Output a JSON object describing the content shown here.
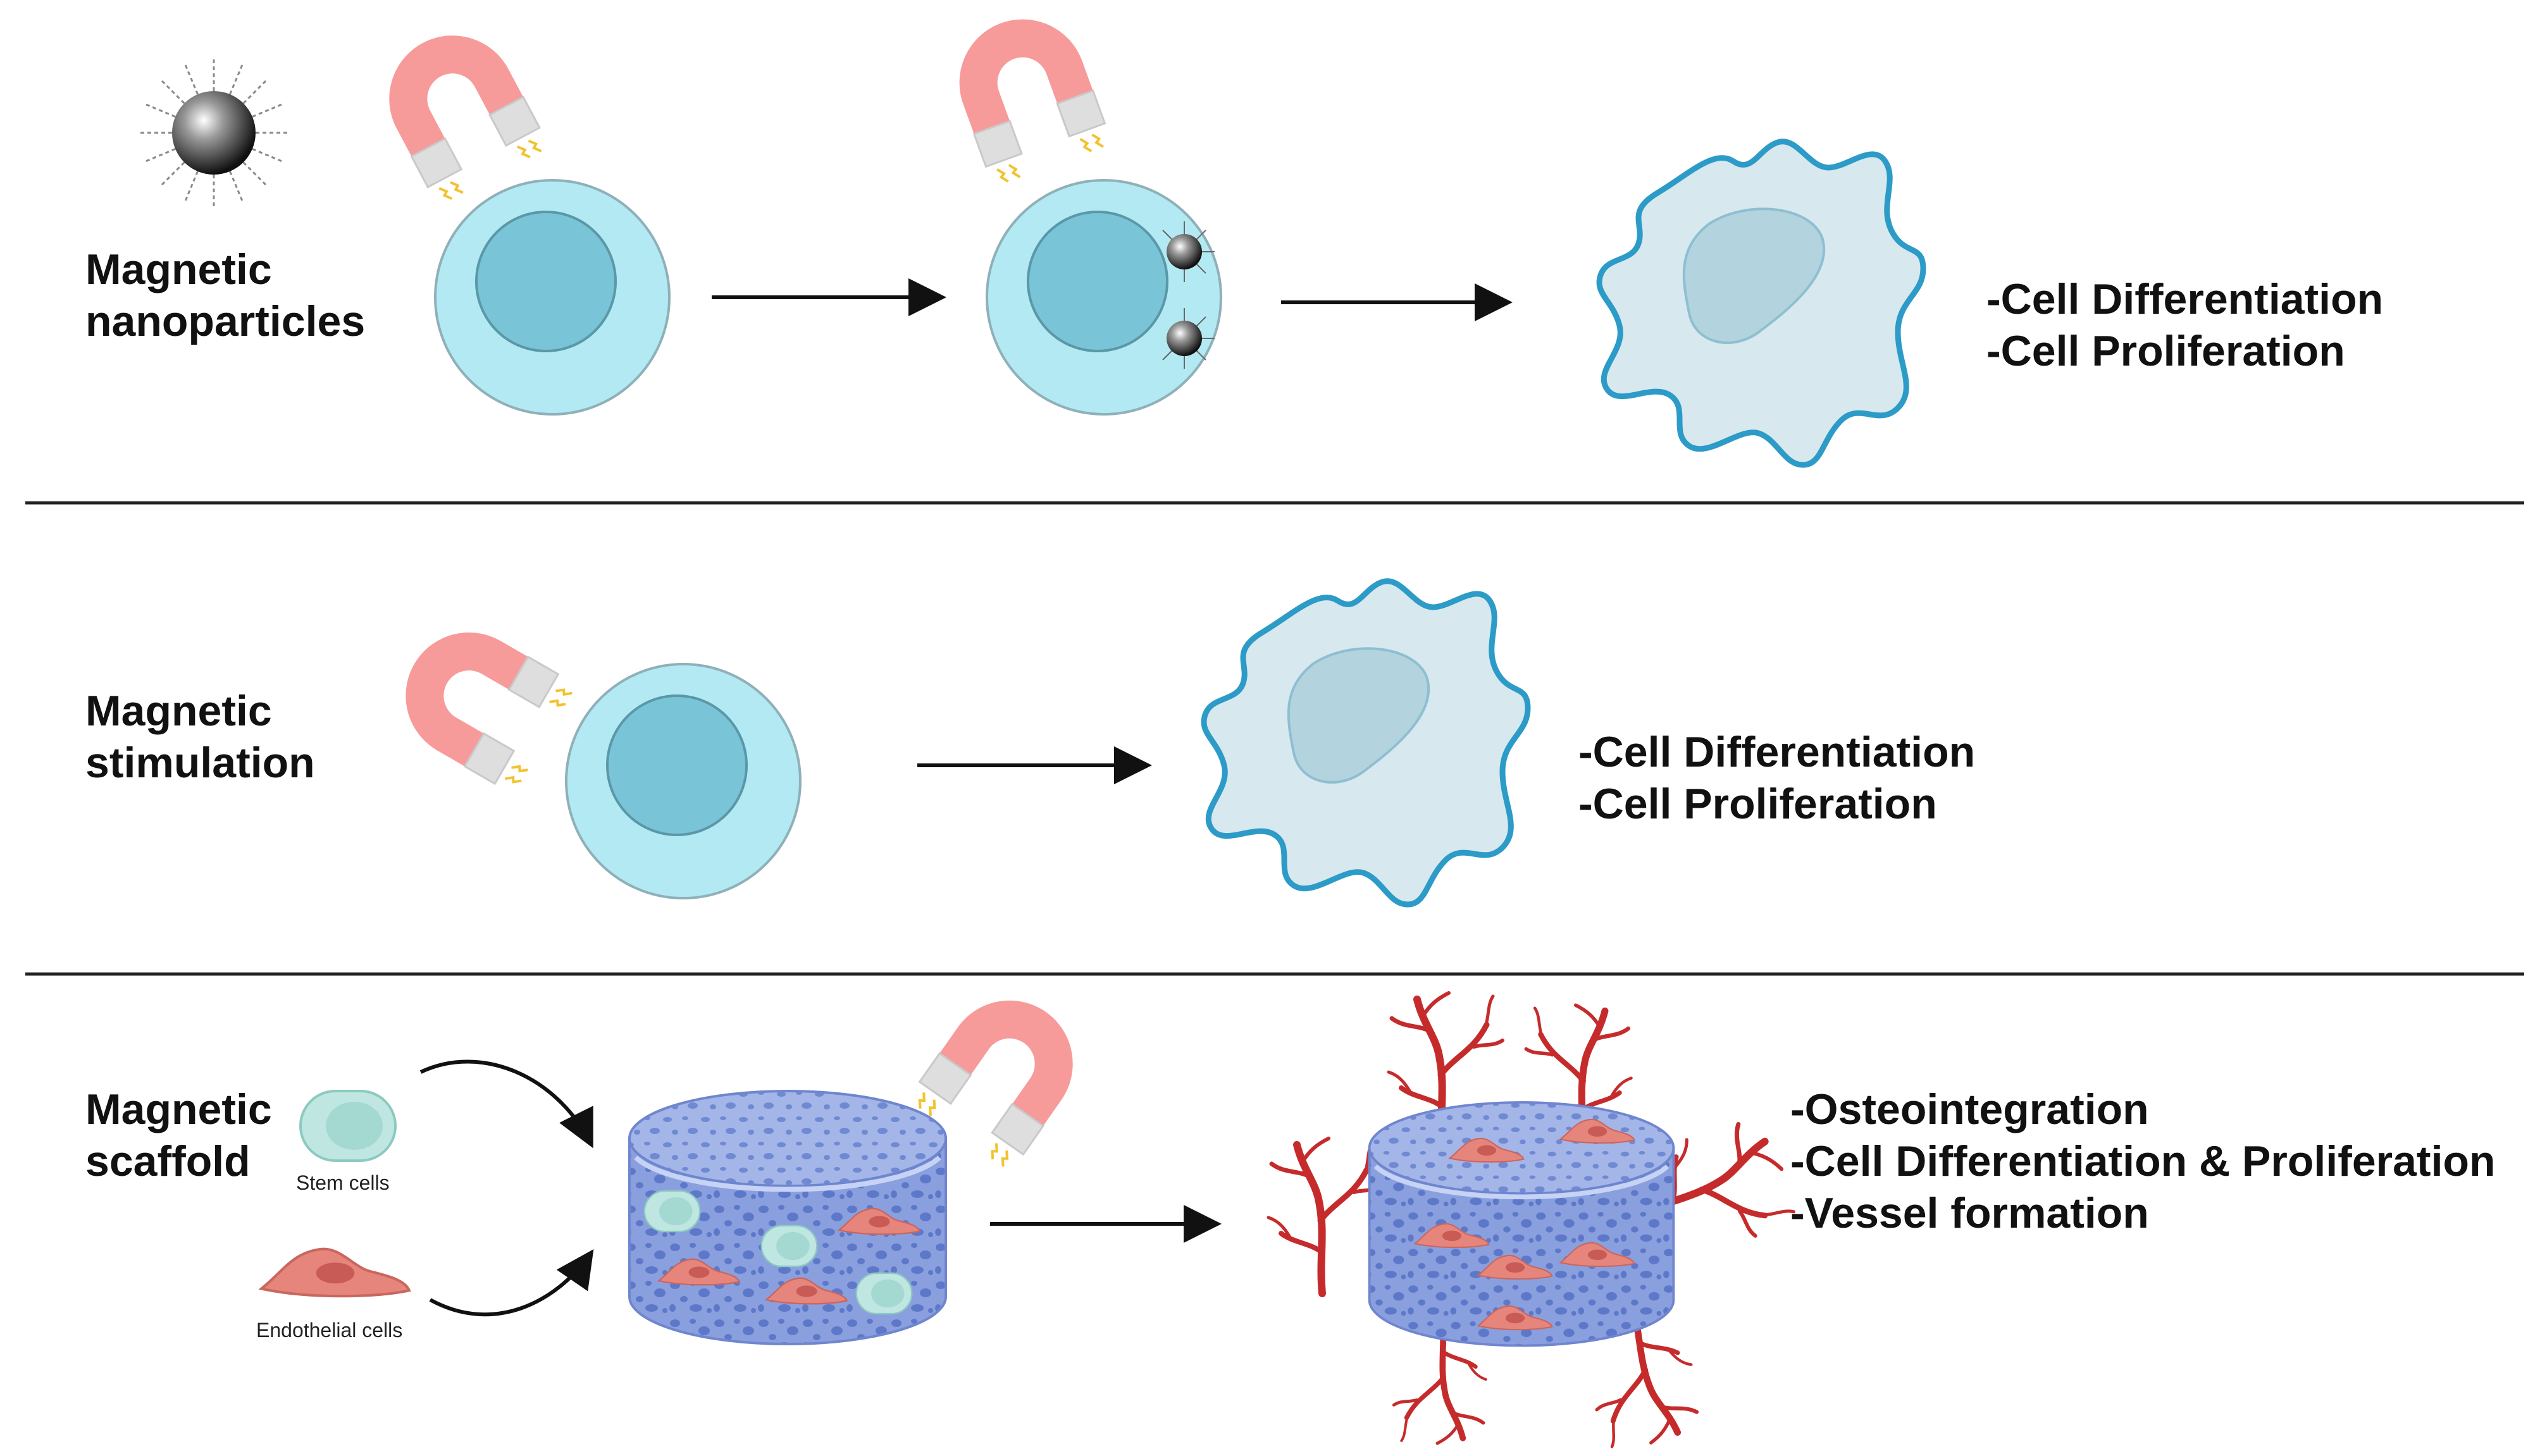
{
  "sections": [
    {
      "title_line1": "Magnetic",
      "title_line2": "nanoparticles",
      "outcomes": [
        "-Cell Differentiation",
        "-Cell Proliferation"
      ]
    },
    {
      "title_line1": "Magnetic",
      "title_line2": "stimulation",
      "outcomes": [
        "-Cell Differentiation",
        "-Cell Proliferation"
      ]
    },
    {
      "title_line1": "Magnetic",
      "title_line2": "scaffold",
      "outcomes": [
        "-Osteointegration",
        "-Cell Differentiation & Proliferation",
        "-Vessel formation"
      ],
      "cell_labels": {
        "stem": "Stem cells",
        "endothelial": "Endothelial cells"
      }
    }
  ],
  "icons": [
    "magnetic-nanoparticle-icon",
    "horseshoe-magnet-icon",
    "round-cell-icon",
    "differentiated-cell-icon",
    "porous-scaffold-icon",
    "blood-vessel-icon",
    "stem-cell-icon",
    "endothelial-cell-icon",
    "arrow-icon"
  ],
  "colors": {
    "magnet_red": "#f79a9a",
    "magnet_tip": "#dcdcdc",
    "cell_outer": "#b3e9f2",
    "cell_nucleus": "#79c4d6",
    "diff_cell_fill": "#d7e8ee",
    "diff_cell_stroke": "#2c9bc7",
    "scaffold_blue": "#7f97d9",
    "vessel_red": "#c62b2b",
    "endothelial_pink": "#e5857c",
    "stem_green": "#bfe6e0"
  }
}
